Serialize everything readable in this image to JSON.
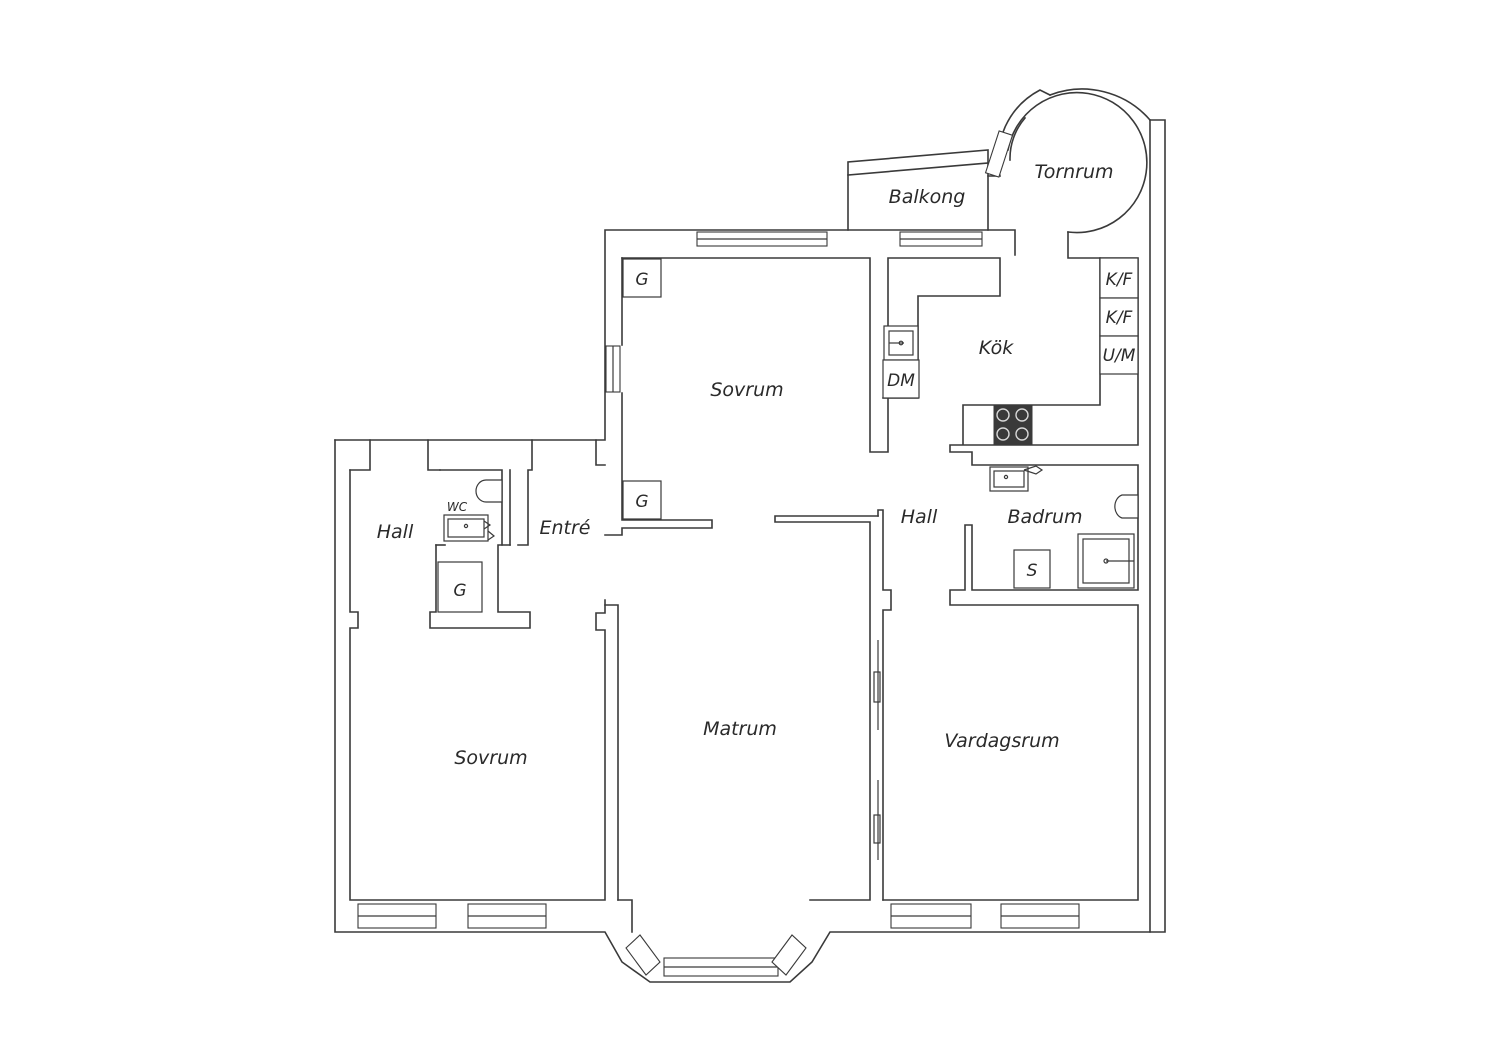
{
  "rooms": {
    "tornrum": "Tornrum",
    "balkong": "Balkong",
    "sovrum_top": "Sovrum",
    "kok": "Kök",
    "hall_west": "Hall",
    "entre": "Entré",
    "hall_center": "Hall",
    "badrum": "Badrum",
    "sovrum_west": "Sovrum",
    "matrum": "Matrum",
    "vardagsrum": "Vardagsrum"
  },
  "fixtures": {
    "garderob": "G",
    "kyl_frys": "K/F",
    "ugn_mikro": "U/M",
    "diskmaskin": "DM",
    "wc": "WC",
    "skap": "S"
  }
}
